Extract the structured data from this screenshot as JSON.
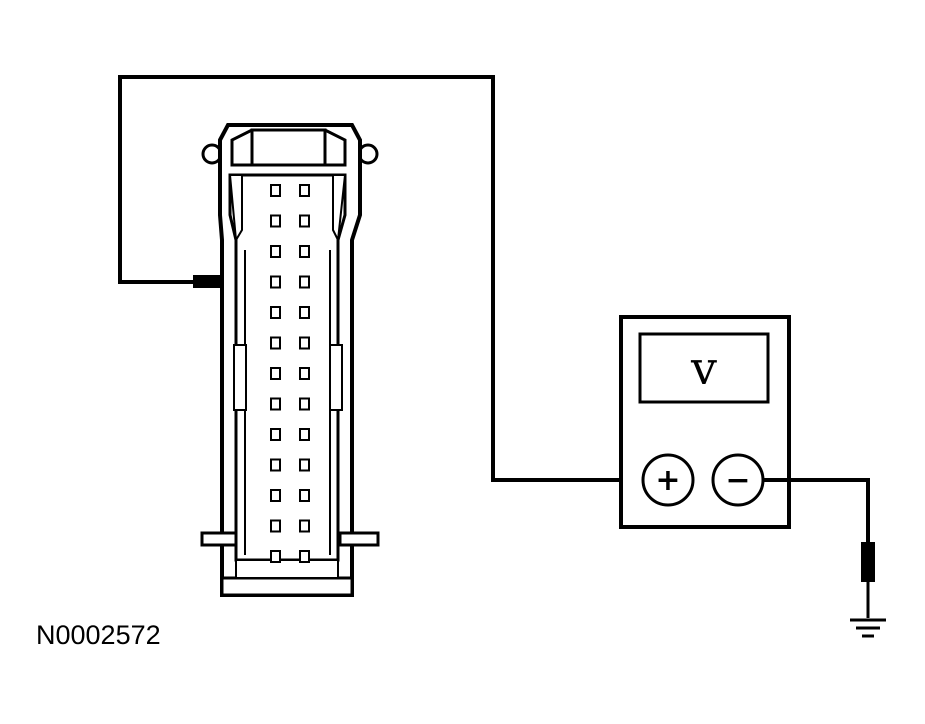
{
  "figure_id": "N0002572",
  "meter": {
    "display_symbol": "v",
    "positive_terminal": "+",
    "negative_terminal": "−"
  },
  "connector": {
    "pin_rows": 13,
    "pin_columns": 2
  }
}
